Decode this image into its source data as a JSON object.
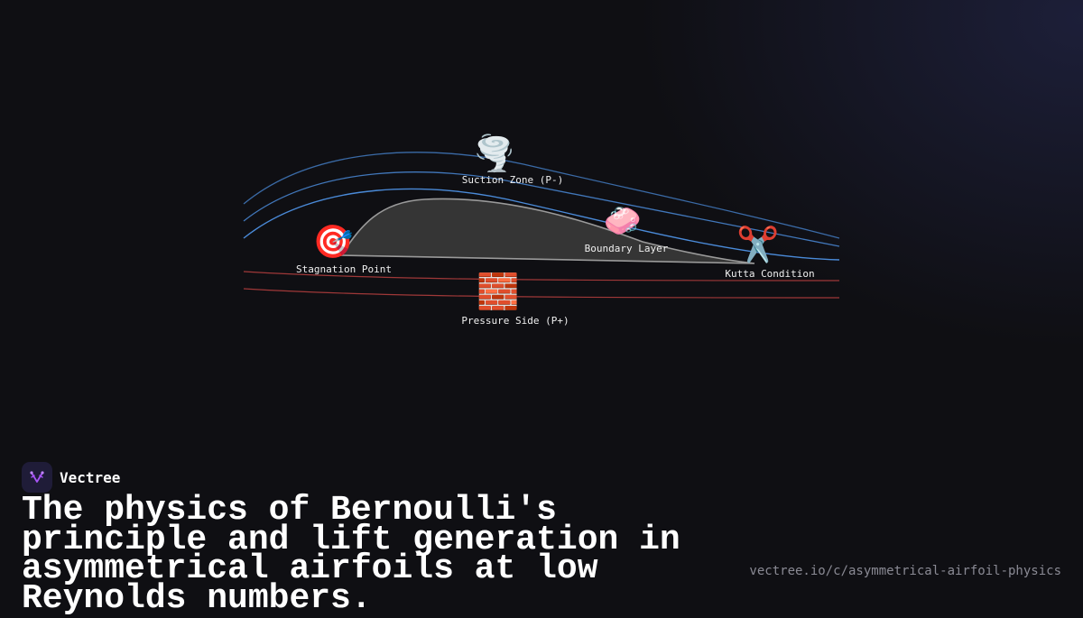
{
  "diagram": {
    "labels": {
      "suction": "Suction Zone (P-)",
      "stagnation": "Stagnation Point",
      "boundary": "Boundary Layer",
      "kutta": "Kutta Condition",
      "pressure": "Pressure Side (P+)"
    },
    "icons": {
      "suction": "🌪️",
      "stagnation": "🎯",
      "boundary": "🧼",
      "kutta": "✂️",
      "pressure": "🧱"
    },
    "colors": {
      "upper_streamline": "#4a8ad8",
      "lower_streamline": "#b84040",
      "airfoil_fill": "#353535",
      "airfoil_stroke": "#9a9a9a"
    }
  },
  "brand": {
    "name": "Vectree",
    "logo_color": "#a855f7"
  },
  "headline": "The physics of Bernoulli's principle and lift generation in asymmetrical airfoils at low Reynolds numbers.",
  "url": "vectree.io/c/asymmetrical-airfoil-physics"
}
